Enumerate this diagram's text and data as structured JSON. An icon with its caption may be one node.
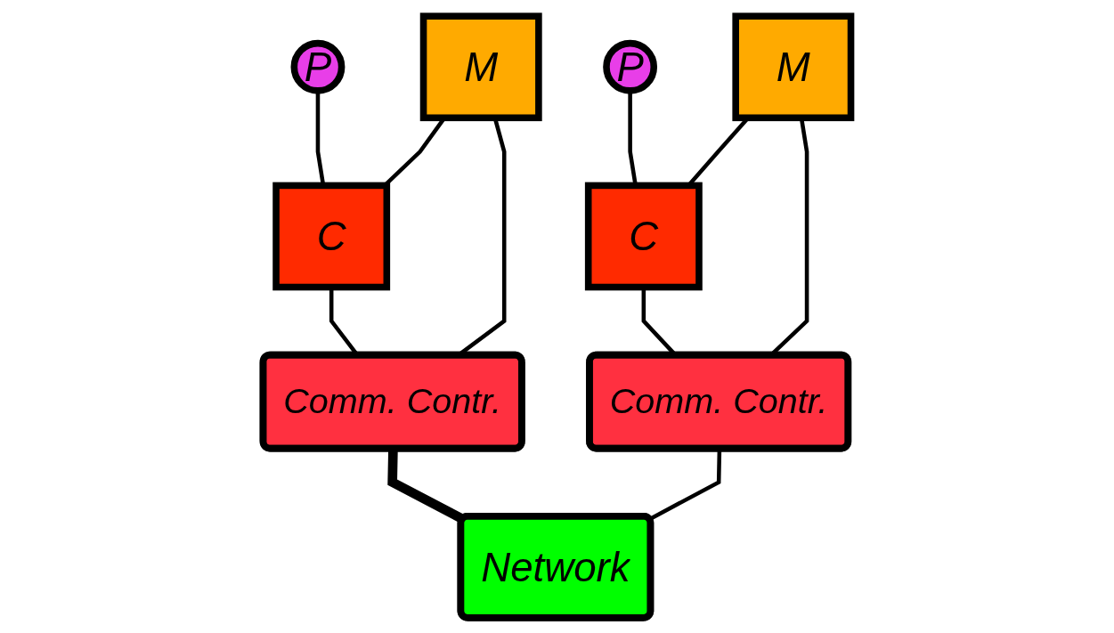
{
  "diagram": {
    "nodes": [
      {
        "text": [
          "P"
        ]
      },
      {
        "text": [
          "C"
        ]
      },
      {
        "text": [
          "M"
        ]
      },
      {
        "text": [
          "Comm. Contr."
        ]
      },
      {
        "text": [
          "P"
        ]
      },
      {
        "text": [
          "C"
        ]
      },
      {
        "text": [
          "M"
        ]
      },
      {
        "text": [
          "Comm. Contr."
        ]
      },
      {
        "text": [
          "Network"
        ]
      }
    ],
    "edges": [
      {
        "from": 0,
        "to": 1,
        "arrow": "none"
      },
      {
        "from": 1,
        "to": 3,
        "arrow": "none"
      },
      {
        "from": 2,
        "to": 1,
        "arrow": "none"
      },
      {
        "from": 2,
        "to": 3,
        "arrow": "none"
      },
      {
        "from": 3,
        "to": 8,
        "arrow": "none",
        "style": "thick"
      },
      {
        "from": 4,
        "to": 5,
        "arrow": "none"
      },
      {
        "from": 5,
        "to": 7,
        "arrow": "none"
      },
      {
        "from": 6,
        "to": 5,
        "arrow": "none"
      },
      {
        "from": 6,
        "to": 7,
        "arrow": "none"
      },
      {
        "from": 7,
        "to": 8,
        "arrow": "none"
      }
    ]
  }
}
